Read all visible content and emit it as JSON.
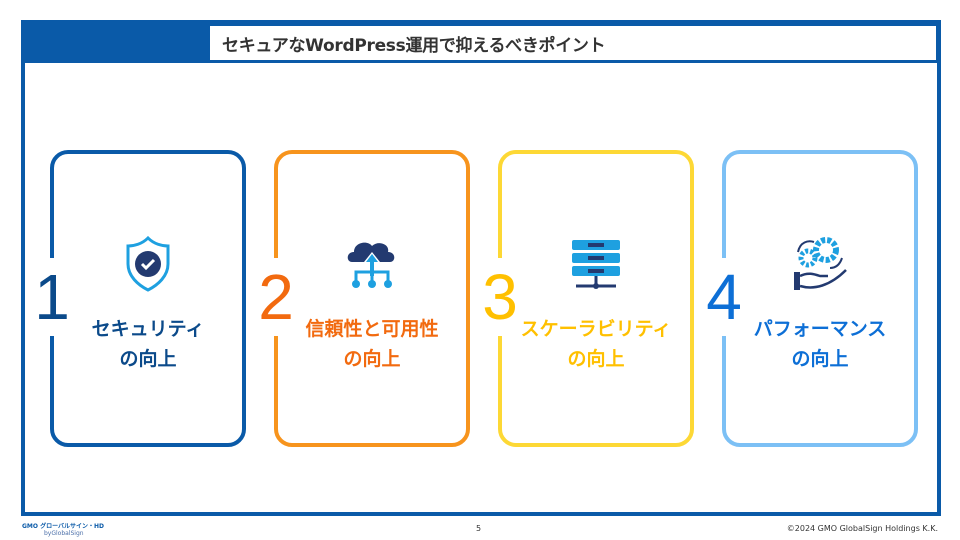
{
  "header": {
    "title": "セキュアなWordPress運用で抑えるべきポイント"
  },
  "cards": [
    {
      "number": "1",
      "line1": "セキュリティ",
      "line2": "の向上",
      "icon": "shield-check-icon",
      "border": "#0a5aa8",
      "num_color": "#0b4a8a",
      "text_color": "#0b4a8a"
    },
    {
      "number": "2",
      "line1": "信頼性と可用性",
      "line2": "の向上",
      "icon": "cloud-network-icon",
      "border": "#f7941d",
      "num_color": "#f26a0f",
      "text_color": "#f26a0f"
    },
    {
      "number": "3",
      "line1": "スケーラビリティ",
      "line2": "の向上",
      "icon": "server-rack-icon",
      "border": "#fdd835",
      "num_color": "#ffc000",
      "text_color": "#ffc000"
    },
    {
      "number": "4",
      "line1": "パフォーマンス",
      "line2": "の向上",
      "icon": "gears-hand-icon",
      "border": "#7cc0f5",
      "num_color": "#0d6fd6",
      "text_color": "#0d6fd6"
    }
  ],
  "footer": {
    "logo": "GMO グローバルサイン・HD",
    "logo_sub": "byGlobalSign",
    "page": "5",
    "copyright": "©2024 GMO GlobalSign Holdings K.K."
  }
}
